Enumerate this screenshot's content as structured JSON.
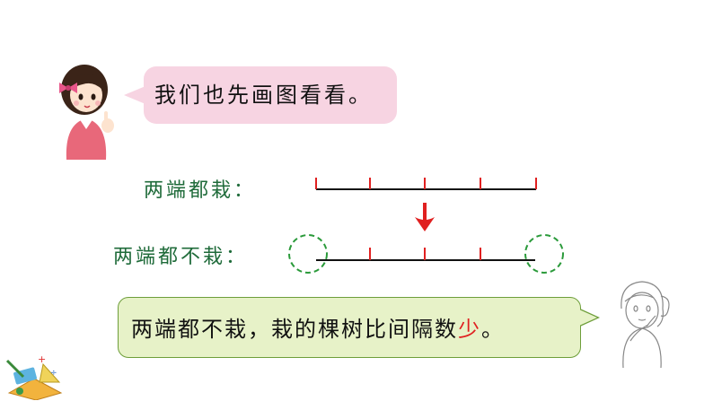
{
  "speech_girl": "我们也先画图看看。",
  "label_both_ends_planted": "两端都栽：",
  "label_both_ends_not_planted": "两端都不栽：",
  "conclusion_prefix": "两端都不栽，栽的棵树比间隔数",
  "conclusion_highlight": "少",
  "conclusion_suffix": "。",
  "colors": {
    "speech_pink": "#f7d4e2",
    "speech_green": "#e7f2c8",
    "label_green": "#1f6b3a",
    "tick_red": "#e02020",
    "circle_green": "#2a9a3a"
  },
  "icons": [
    "girl-character-icon",
    "thinking-girl-sketch-icon",
    "math-tools-logo-icon",
    "down-arrow-icon"
  ]
}
